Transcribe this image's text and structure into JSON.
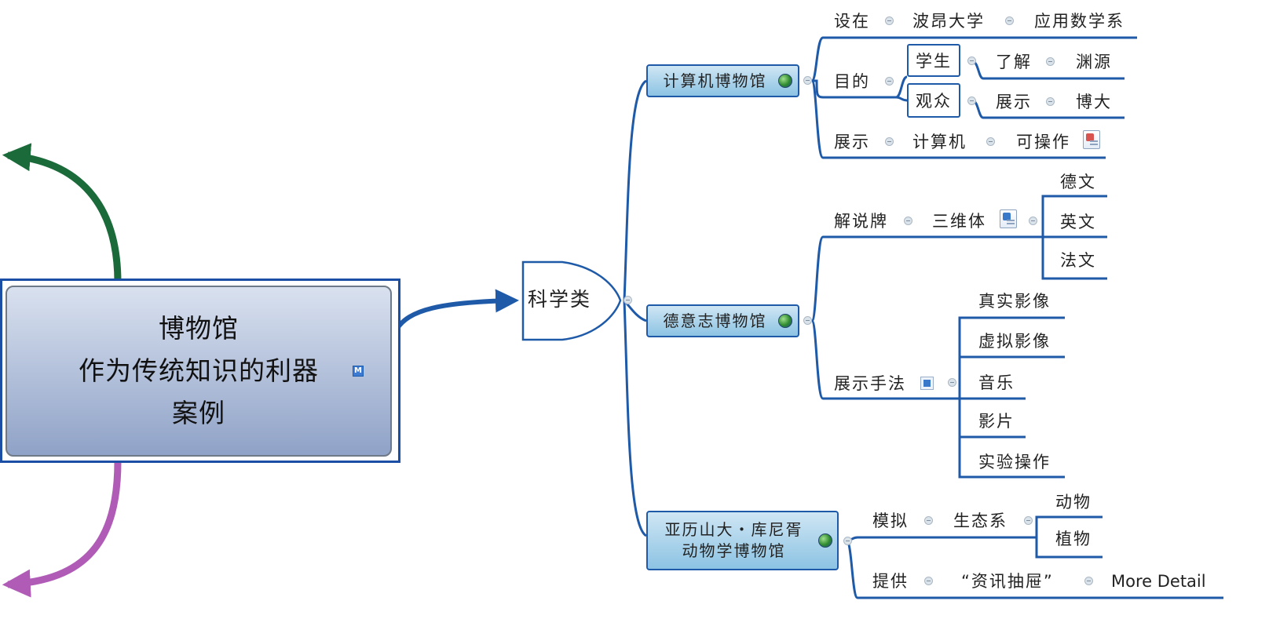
{
  "central": {
    "lines": [
      "博物馆",
      "作为传统知识的利器",
      "案例"
    ],
    "icon": "mindmap-icon",
    "icon_label": "M"
  },
  "category": "科学类",
  "branches": {
    "computer_museum": {
      "title": "计算机博物馆",
      "located_label": "设在",
      "university": "波昂大学",
      "department": "应用数学系",
      "purpose_label": "目的",
      "students": "学生",
      "understand": "了解",
      "origin": "渊源",
      "audience": "观众",
      "show": "展示",
      "vast": "博大",
      "show2": "展示",
      "computer": "计算机",
      "operable": "可操作"
    },
    "deutsches_museum": {
      "title": "德意志博物馆",
      "plaque_label": "解说牌",
      "three_d": "三维体",
      "languages": [
        "德文",
        "英文",
        "法文"
      ],
      "methods_label": "展示手法",
      "methods": [
        "真实影像",
        "虚拟影像",
        "音乐",
        "影片",
        "实验操作"
      ]
    },
    "zoology_museum": {
      "title_line1": "亚历山大・库尼胥",
      "title_line2": "动物学博物馆",
      "simulate": "模拟",
      "ecosystem": "生态系",
      "animals": "动物",
      "plants": "植物",
      "provide": "提供",
      "info_drawer": "“资讯抽屉”",
      "more_detail": "More Detail"
    }
  },
  "colors": {
    "branch": "#1f5aa8",
    "green_arrow": "#1b6a3a",
    "purple_arrow": "#b05cb6"
  }
}
